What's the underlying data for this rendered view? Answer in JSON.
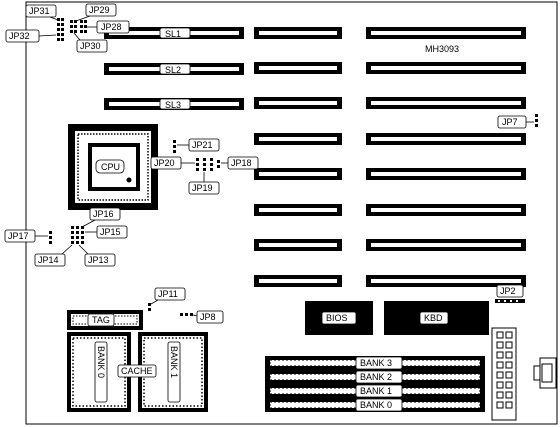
{
  "board_id": "MH3093",
  "slots": {
    "sl1": "SL1",
    "sl2": "SL2",
    "sl3": "SL3"
  },
  "jumpers": {
    "jp31": "JP31",
    "jp29": "JP29",
    "jp28": "JP28",
    "jp32": "JP32",
    "jp30": "JP30",
    "jp21": "JP21",
    "jp20": "JP20",
    "jp18": "JP18",
    "jp19": "JP19",
    "jp7": "JP7",
    "jp16": "JP16",
    "jp17": "JP17",
    "jp15": "JP15",
    "jp14": "JP14",
    "jp13": "JP13",
    "jp11": "JP11",
    "jp8": "JP8",
    "jp2": "JP2"
  },
  "chips": {
    "cpu": "CPU",
    "bios": "BIOS",
    "kbd": "KBD",
    "tag": "TAG",
    "cache": "CACHE"
  },
  "cache_banks": {
    "bank0": "BANK 0",
    "bank1": "BANK 1"
  },
  "memory_banks": {
    "bank3": "BANK 3",
    "bank2": "BANK 2",
    "bank1": "BANK 1",
    "bank0": "BANK 0"
  }
}
